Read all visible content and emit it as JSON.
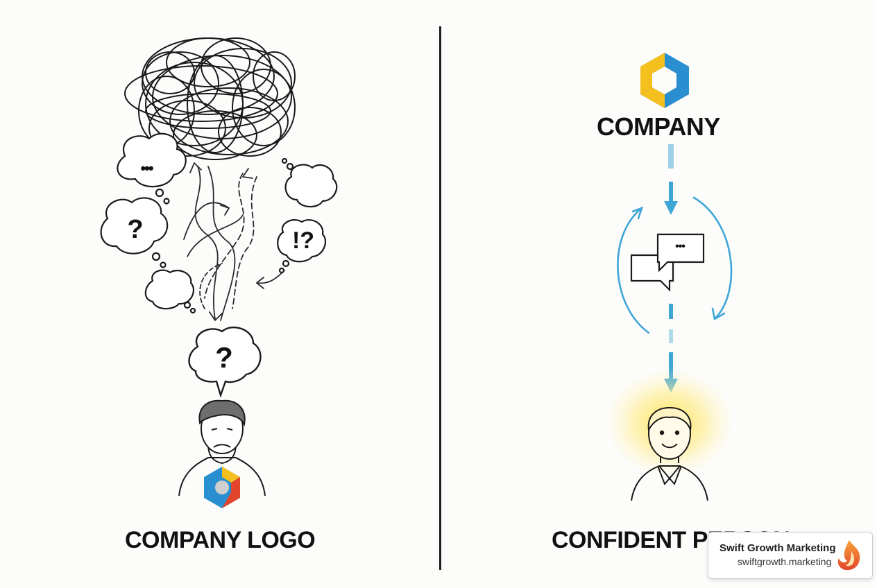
{
  "left_panel": {
    "bubbles": {
      "ellipsis": "•••",
      "question_left": "?",
      "interrobang": "!?",
      "question_main": "?"
    },
    "caption": "COMPANY LOGO"
  },
  "right_panel": {
    "company_label": "COMPANY",
    "chat_ellipsis": "•••",
    "caption": "CONFIDENT PERSON"
  },
  "badge": {
    "name": "Swift Growth Marketing",
    "url": "swiftgrowth.marketing"
  },
  "colors": {
    "flow_blue": "#3ea6d6",
    "glow_yellow": "#ffe14a",
    "logo_yellow": "#f4c01e",
    "logo_blue": "#2a8fd0",
    "logo_red": "#e2452a",
    "brand_orange": "#f07a22"
  }
}
